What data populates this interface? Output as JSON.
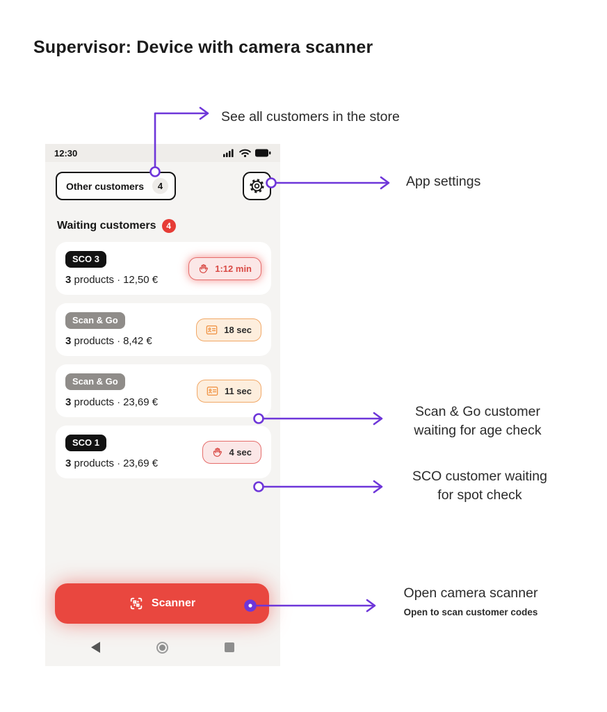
{
  "page": {
    "title": "Supervisor: Device with camera scanner"
  },
  "colors": {
    "annotation_purple": "#6e36d9",
    "scanner_red": "#e9473f",
    "alert_red": "#e63c36",
    "timer_red_border": "#e56d6b",
    "timer_red_bg": "#fbe7e7",
    "timer_orange_border": "#f1a867",
    "timer_orange_bg": "#fdeedd",
    "tag_black": "#121212",
    "tag_gray": "#8f8c89",
    "phone_bg": "#f5f4f2"
  },
  "phone": {
    "statusbar": {
      "time": "12:30",
      "icons": [
        "signal-icon",
        "wifi-icon",
        "battery-icon"
      ]
    },
    "header": {
      "other_customers_label": "Other customers",
      "other_customers_count": "4",
      "settings_icon": "gear-icon"
    },
    "section": {
      "title": "Waiting customers",
      "badge": "4"
    },
    "dot": "·",
    "cards": [
      {
        "badge": "SCO 3",
        "count": "3",
        "products": "products",
        "price": "12,50 €",
        "timer": "1:12 min",
        "timer_icon": "hand-icon"
      },
      {
        "badge": "Scan & Go",
        "count": "3",
        "products": "products",
        "price": "8,42 €",
        "timer": "18 sec",
        "timer_icon": "id-card-icon"
      },
      {
        "badge": "Scan & Go",
        "count": "3",
        "products": "products",
        "price": "23,69 €",
        "timer": "11 sec",
        "timer_icon": "id-card-icon"
      },
      {
        "badge": "SCO 1",
        "count": "3",
        "products": "products",
        "price": "23,69 €",
        "timer": "4 sec",
        "timer_icon": "hand-icon"
      }
    ],
    "scanner_button": {
      "label": "Scanner",
      "icon": "qr-scanner-icon"
    }
  },
  "annotations": {
    "see_all": "See all customers in the store",
    "app_settings": "App settings",
    "age_check_line1": "Scan & Go customer",
    "age_check_line2": "waiting for age check",
    "spot_check_line1": "SCO customer waiting",
    "spot_check_line2": "for spot check",
    "scanner_title": "Open camera scanner",
    "scanner_sub": "Open to scan customer codes"
  }
}
